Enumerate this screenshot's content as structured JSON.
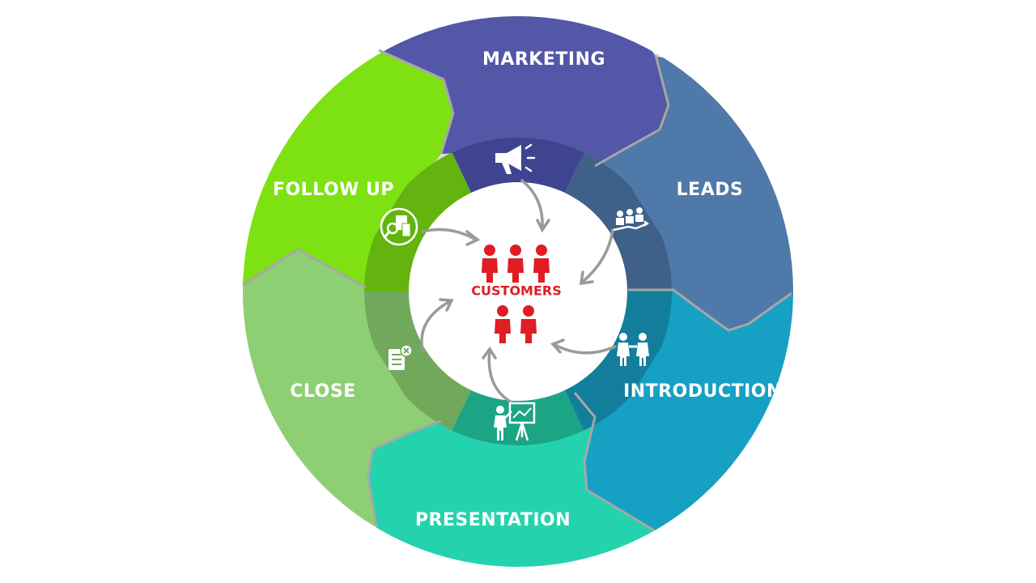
{
  "center": {
    "label": "CUSTOMERS",
    "color": "#e01c24",
    "icon": "customers-icon"
  },
  "stages": [
    {
      "key": "marketing",
      "label": "MARKETING",
      "color": "#5357a8",
      "inner_color": "#3f4491",
      "icon": "megaphone-icon"
    },
    {
      "key": "leads",
      "label": "LEADS",
      "color": "#4f79a8",
      "inner_color": "#3f6088",
      "icon": "leads-growth-icon"
    },
    {
      "key": "introduction",
      "label": "INTRODUCTION",
      "color": "#16a0c4",
      "inner_color": "#137e9c",
      "icon": "handshake-people-icon"
    },
    {
      "key": "presentation",
      "label": "PRESENTATION",
      "color": "#24d3ad",
      "inner_color": "#1ca585",
      "icon": "presentation-board-icon"
    },
    {
      "key": "close",
      "label": "CLOSE",
      "color": "#8fcf74",
      "inner_color": "#72a85c",
      "icon": "checklist-icon"
    },
    {
      "key": "follow_up",
      "label": "FOLLOW UP",
      "color": "#7ee212",
      "inner_color": "#63b40e",
      "icon": "search-documents-icon"
    }
  ]
}
